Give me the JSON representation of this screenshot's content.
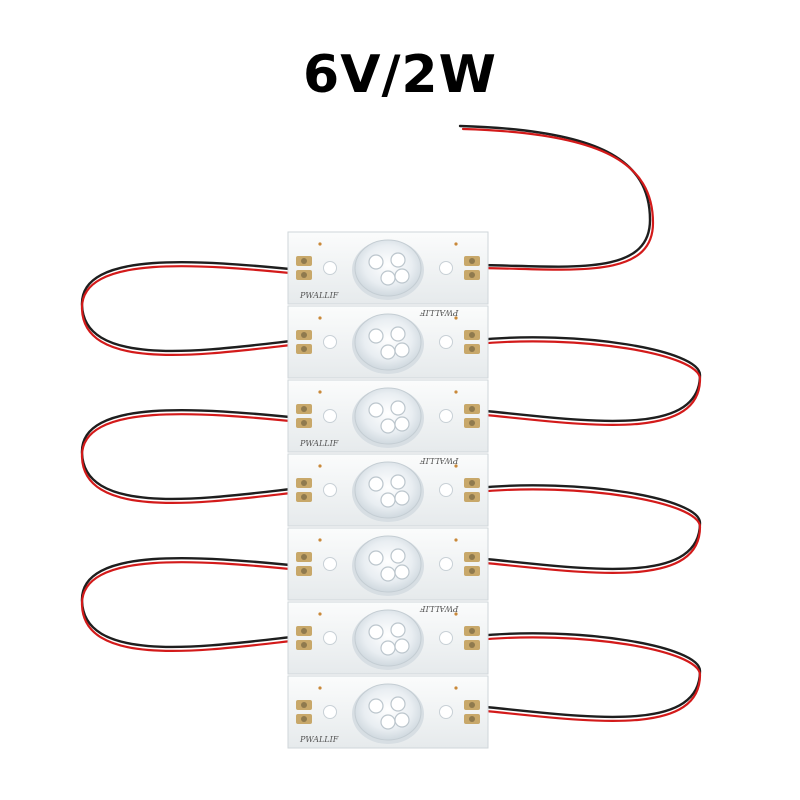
{
  "title": "6V/2W",
  "brand_mark": "PWALLIF",
  "colors": {
    "board": "#f4f6f7",
    "wire_red": "#d31a1a",
    "wire_black": "#1e1e1e",
    "pad": "#c8a86a",
    "accent_led": "#a9c6e8"
  },
  "boards": [
    {
      "marking": "PWALLIF",
      "mirrored": false
    },
    {
      "marking": "PWALLIF",
      "mirrored": true
    },
    {
      "marking": "PWALLIF",
      "mirrored": false
    },
    {
      "marking": "PWALLIF",
      "mirrored": true
    },
    {
      "marking": "",
      "mirrored": false
    },
    {
      "marking": "PWALLIF",
      "mirrored": true
    },
    {
      "marking": "PWALLIF",
      "mirrored": false
    }
  ]
}
